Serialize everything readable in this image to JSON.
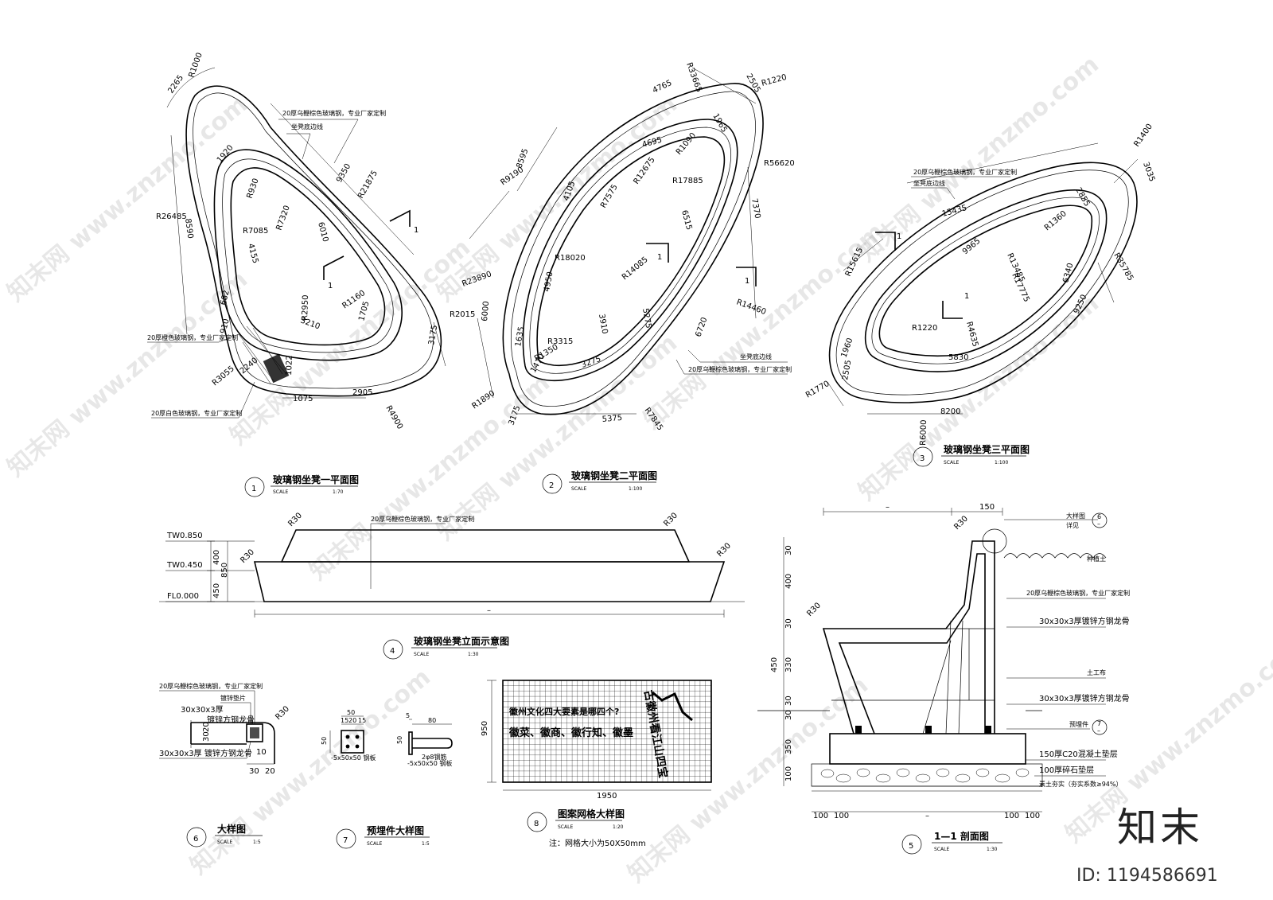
{
  "watermark": {
    "text": "知末网 www.znzmo.com"
  },
  "brand": {
    "logo": "知末",
    "id": "ID: 1194586691"
  },
  "plan1": {
    "title": "玻璃钢坐凳一平面图",
    "num": "1",
    "scale_label": "SCALE",
    "scale": "1:70",
    "notes": [
      "20厚乌鞭棕色玻璃钢，专业厂家定制",
      "坐凳底边线",
      "20厚橙色玻璃钢，专业厂家定制",
      "20厚白色玻璃钢，专业厂家定制"
    ],
    "dims": [
      "R1000",
      "2265",
      "R21875",
      "9350",
      "1920",
      "R930",
      "R7320",
      "R7085",
      "6010",
      "R26485",
      "8590",
      "4155",
      "R2950",
      "R1160",
      "3210",
      "1705",
      "682",
      "910",
      "R2015",
      "3175",
      "R3055",
      "2240",
      "1022",
      "1075",
      "2905",
      "R4900"
    ]
  },
  "plan2": {
    "title": "玻璃钢坐凳二平面图",
    "num": "2",
    "scale_label": "SCALE",
    "scale": "1:100",
    "notes": [
      "坐凳底边线",
      "20厚乌鞭棕色玻璃钢，专业厂家定制"
    ],
    "dims": [
      "R33665",
      "4765",
      "2505",
      "R1220",
      "1965",
      "4695",
      "R1090",
      "R12675",
      "R56620",
      "R9190",
      "8595",
      "4105",
      "R7575",
      "R17885",
      "6515",
      "7370",
      "R18020",
      "R14085",
      "R23890",
      "4950",
      "R3315",
      "R1350",
      "3910",
      "5275",
      "R14460",
      "6000",
      "1635",
      "1470",
      "3275",
      "6720",
      "R1890",
      "3175",
      "5375",
      "R7845"
    ]
  },
  "plan3": {
    "title": "玻璃钢坐凳三平面图",
    "num": "3",
    "scale_label": "SCALE",
    "scale": "1:100",
    "notes": [
      "20厚乌鞭棕色玻璃钢，专业厂家定制",
      "坐凳底边线"
    ],
    "dims": [
      "R1400",
      "3035",
      "15435",
      "2855",
      "R1360",
      "R15615",
      "9965",
      "R13485",
      "R17775",
      "6340",
      "R35785",
      "9250",
      "R1220",
      "R4635",
      "1960",
      "5830",
      "2505",
      "R1770",
      "8200",
      "R6000"
    ]
  },
  "elev4": {
    "title": "玻璃钢坐凳立面示意图",
    "num": "4",
    "scale_label": "SCALE",
    "scale": "1:30",
    "note": "20厚乌鞭棕色玻璃钢，专业厂家定制",
    "levels": [
      "TW0.850",
      "TW0.450",
      "FL0.000"
    ],
    "dims": [
      "400",
      "850",
      "450",
      "–"
    ],
    "radii": [
      "R30",
      "R30",
      "R30",
      "R30"
    ]
  },
  "sect5": {
    "title": "1—1 剖面图",
    "num": "5",
    "scale_label": "SCALE",
    "scale": "1:30",
    "top_dims": [
      "–",
      "150"
    ],
    "left_dims": [
      "30",
      "400",
      "30",
      "450",
      "330",
      "30",
      "30",
      "350",
      "100"
    ],
    "bottom_dims": [
      "100",
      "100",
      "–",
      "100",
      "100"
    ],
    "radius": "R30",
    "labels": [
      "大样图",
      "详见",
      "种植土",
      "20厚乌鞭棕色玻璃钢，专业厂家定制",
      "30x30x3厚镀锌方钢龙骨",
      "土工布",
      "30x30x3厚镀锌方钢龙骨",
      "预埋件",
      "150厚C20混凝土垫层",
      "100厚碎石垫层",
      "素土夯实（夯实系数≥94%）"
    ],
    "ref_top": "6",
    "ref_top_sub": "–",
    "ref_mid": "7",
    "ref_mid_sub": "–"
  },
  "detail6": {
    "title": "大样图",
    "num": "6",
    "scale_label": "SCALE",
    "scale": "1:5",
    "labels": [
      "20厚乌鞭棕色玻璃钢，专业厂家定制",
      "镀锌垫片",
      "30x30x3厚",
      "镀锌方钢龙骨",
      "30x30x3厚 镀锌方钢龙骨"
    ],
    "dims": [
      "R30",
      "30",
      "20",
      "10",
      "30",
      "20"
    ]
  },
  "detail7": {
    "title": "预埋件大样图",
    "num": "7",
    "scale_label": "SCALE",
    "scale": "1:5",
    "dims": [
      "50",
      "15",
      "20",
      "15",
      "50",
      "80",
      "5",
      "50"
    ],
    "labels": [
      "-5x50x50 钢板",
      "2φ8钢筋",
      "-5x50x50 钢板"
    ]
  },
  "detail8": {
    "title": "图案网格大样图",
    "num": "8",
    "scale_label": "SCALE",
    "scale": "1:20",
    "note": "注：网格大小为50X50mm",
    "dims": [
      "950",
      "1950"
    ],
    "text1": "徽州文化四大要素是哪四个?",
    "text2": "徽菜、徽商、徽行知、徽墨",
    "text3": "古徽州看江山四宝"
  }
}
